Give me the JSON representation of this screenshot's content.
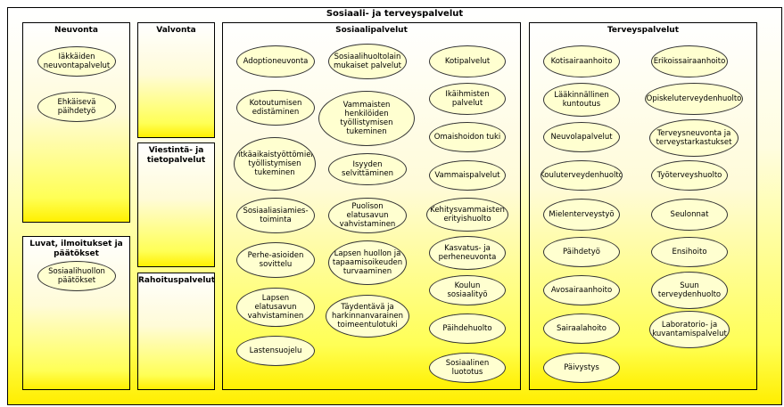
{
  "title": "Sosiaali- ja terveyspalvelut",
  "neuvonta": {
    "title": "Neuvonta",
    "items": [
      "Iäkkäiden neuvontapalvelut",
      "Ehkäisevä päihdetyö"
    ]
  },
  "valvonta": {
    "title": "Valvonta"
  },
  "luvat": {
    "title": "Luvat, ilmoitukset ja päätökset",
    "items": [
      "Sosiaalihuollon päätökset"
    ]
  },
  "viestinta": {
    "title": "Viestintä- ja tietopalvelut"
  },
  "rahoitus": {
    "title": "Rahoituspalvelut"
  },
  "sosiaali": {
    "title": "Sosiaalipalvelut",
    "col1": [
      "Adoptioneuvonta",
      "Kotoutumisen edistäminen",
      "Pitkäaikaistyöttömien työllistymisen tukeminen",
      "Sosiaaliasiamies-toiminta",
      "Perhe-asioiden sovittelu",
      "Lapsen elatusavun vahvistaminen",
      "Lastensuojelu"
    ],
    "col2": [
      "Sosiaalihuoltolain mukaiset palvelut",
      "Vammaisten henkilöiden työllistymisen tukeminen",
      "Isyyden selvittäminen",
      "Puolison elatusavun vahvistaminen",
      "Lapsen huollon ja tapaamisoikeuden turvaaminen",
      "Täydentävä ja harkinnanvarainen toimeentulotuki"
    ],
    "col3": [
      "Kotipalvelut",
      "Ikäihmisten palvelut",
      "Omaishoidon tuki",
      "Vammaispalvelut",
      "Kehitysvammaisten erityishuolto",
      "Kasvatus- ja perheneuvonta",
      "Koulun sosiaalityö",
      "Päihdehuolto",
      "Sosiaalinen luototus"
    ]
  },
  "terveys": {
    "title": "Terveyspalvelut",
    "col1": [
      "Kotisairaanhoito",
      "Lääkinnällinen kuntoutus",
      "Neuvolapalvelut",
      "Kouluterveydenhuolto",
      "Mielenterveystyö",
      "Päihdetyö",
      "Avosairaanhoito",
      "Sairaalahoito",
      "Päivystys"
    ],
    "col2": [
      "Erikoissairaanhoito",
      "Opiskeluterveydenhuolto",
      "Terveysneuvonta ja terveystarkastukset",
      "Työterveyshuolto",
      "Seulonnat",
      "Ensihoito",
      "Suun terveydenhuolto",
      "Laboratorio- ja kuvantamispalvelut"
    ]
  }
}
